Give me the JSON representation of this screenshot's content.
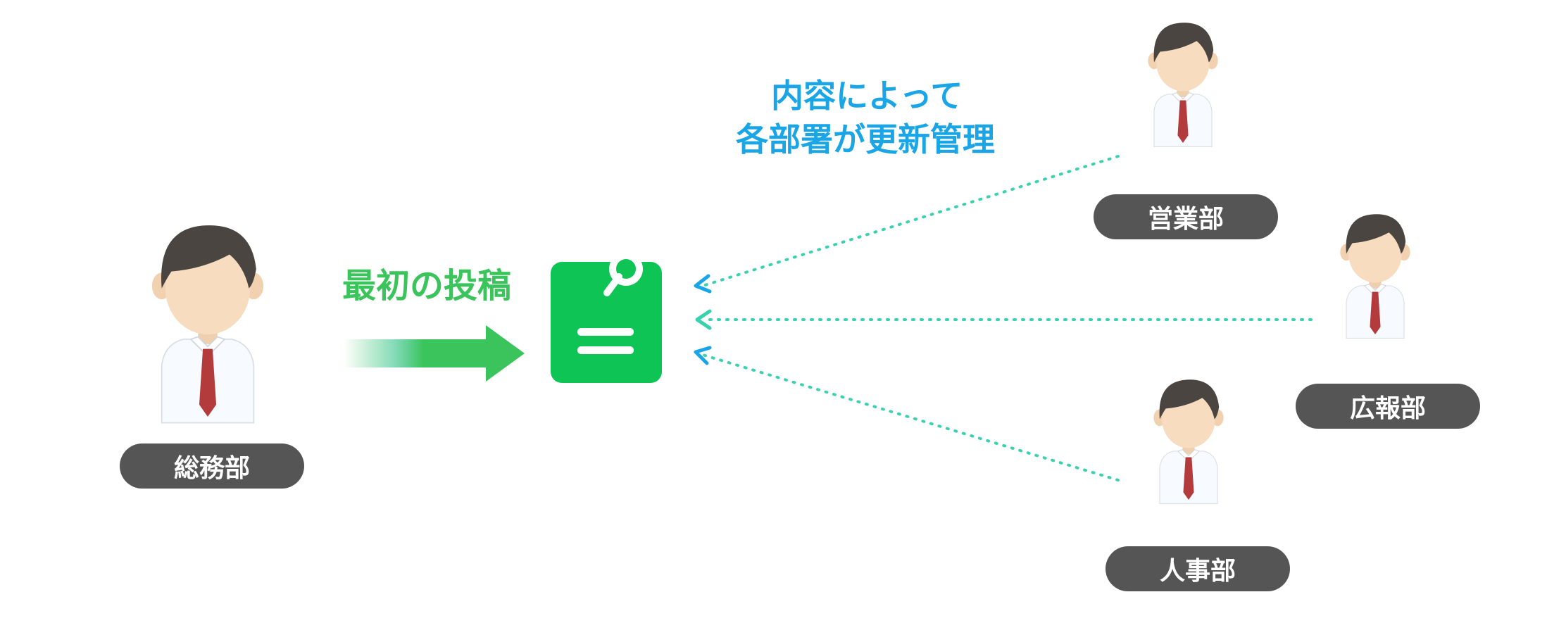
{
  "labels": {
    "first_post": "最初の投稿",
    "update_line1": "内容によって",
    "update_line2": "各部署が更新管理"
  },
  "departments": {
    "general_affairs": "総務部",
    "sales": "営業部",
    "pr": "広報部",
    "hr": "人事部"
  },
  "colors": {
    "green_accent": "#3cc45c",
    "blue_accent": "#1aa6e6",
    "doc_green": "#0ec455",
    "pill_gray": "#555555",
    "dotted_line": "#3ad1b0",
    "hair": "#4a4540",
    "skin": "#f7dcc0",
    "tie": "#b33b3b"
  },
  "icons": {
    "document": "clipboard-note-icon",
    "arrow": "right-arrow-icon",
    "person": "office-worker-icon"
  }
}
